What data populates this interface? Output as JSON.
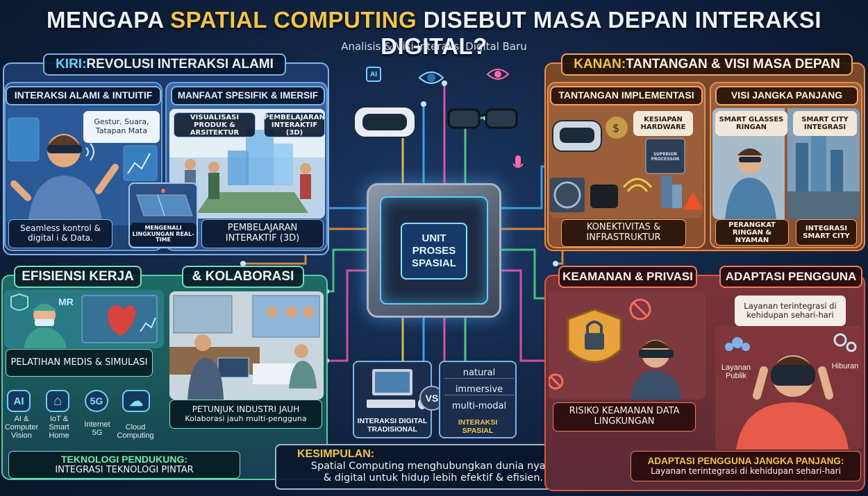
{
  "header": {
    "title_prefix": "MENGAPA ",
    "title_highlight": "SPATIAL COMPUTING",
    "title_suffix": " DISEBUT MASA DEPAN INTERAKSI DIGITAL?",
    "subtitle": "Analisis & Visi Interaksi Digital Baru"
  },
  "left_top": {
    "header_lead": "KIRI:",
    "header_rest": " REVOLUSI INTERAKSI ALAMI",
    "natural": {
      "title": "INTERAKSI ALAMI & INTUITIF",
      "bubble": "Gestur, Suara, Tatapan Mata",
      "caption": "Seamless kontrol & digital i & Data."
    },
    "benefits": {
      "title": "MANFAAT SPESIFIK & IMERSIF",
      "tag1": "VISUALISASI PRODUK & ARSITEKTUR",
      "tag2": "PEMBELAJARAN INTERAKTIF (3D)",
      "env_label": "MENGENALI LINGKUNGAN REAL-TIME",
      "caption": "PEMBELAJARAN INTERAKTIF (3D)"
    }
  },
  "left_bottom": {
    "header1": "EFISIENSI KERJA",
    "header2": "& KOLABORASI",
    "mr_label": "MR",
    "medical_caption": "PELATIHAN MEDIS & SIMULASI",
    "remote_caption_1": "PETUNJUK INDUSTRI JAUH",
    "remote_caption_2": "Kolaborasi jauh multi-pengguna",
    "tech_icons": [
      {
        "badge": "AI",
        "label": "AI & Computer Vision",
        "icon": "ai-chip-icon"
      },
      {
        "badge": "⌂",
        "label": "IoT & Smart Home",
        "icon": "smart-home-icon"
      },
      {
        "badge": "5G",
        "label": "Internet 5G",
        "icon": "5g-icon"
      },
      {
        "badge": "☁",
        "label": "Cloud Computing",
        "icon": "cloud-icon"
      }
    ],
    "support_title": "TEKNOLOGI PENDUKUNG:",
    "support_text": "INTEGRASI TEKNOLOGI PINTAR"
  },
  "center": {
    "chip_text": "UNIT PROSES SPASIAL",
    "ai_badge": "AI",
    "trad_label": "INTERAKSI DIGITAL TRADISIONAL",
    "vs": "VS",
    "spatial_items": [
      "natural",
      "immersive",
      "multi-modal"
    ],
    "spatial_label": "INTERAKSI SPASIAL",
    "conclusion_title": "KESIMPULAN:",
    "conclusion_text_1": "Spatial Computing menghubungkan dunia nyata",
    "conclusion_text_2": "& digital untuk hidup lebih efektif & efisien."
  },
  "right_top": {
    "header_lead": "KANAN:",
    "header_rest": " TANTANGAN & VISI MASA DEPAN",
    "challenges": {
      "title": "TANTANGAN IMPLEMENTASI",
      "hardware": "KESIAPAN HARDWARE",
      "chip_label": "SUPERIOR PROCESSOR",
      "caption": "KONEKTIVITAS & INFRASTRUKTUR"
    },
    "vision": {
      "title": "VISI JANGKA PANJANG",
      "tag1": "SMART GLASSES RINGAN",
      "tag2": "SMART CITY INTEGRASI",
      "caption1": "PERANGKAT RINGAN & NYAMAN",
      "caption2": "INTEGRASI SMART CITY"
    }
  },
  "right_bottom": {
    "header1": "KEAMANAN & PRIVASI",
    "header2": "ADAPTASI PENGGUNA",
    "security_caption": "RISIKO KEAMANAN DATA LINGKUNGAN",
    "services_bubble": "Layanan terintegrasi di kehidupan sehari-hari",
    "public_label": "Layanan Publik",
    "entertain_label": "Hiburan",
    "adapt_title": "ADAPTASI PENGGUNA JANGKA PANJANG:",
    "adapt_text": "Layanan terintegrasi di kehidupan sehari-hari"
  },
  "colors": {
    "accent_yellow": "#f3c544",
    "left_blue": "#7fb2e6",
    "left_green": "#4fd1a6",
    "right_orange": "#f08a3c",
    "right_red": "#e3553b"
  }
}
